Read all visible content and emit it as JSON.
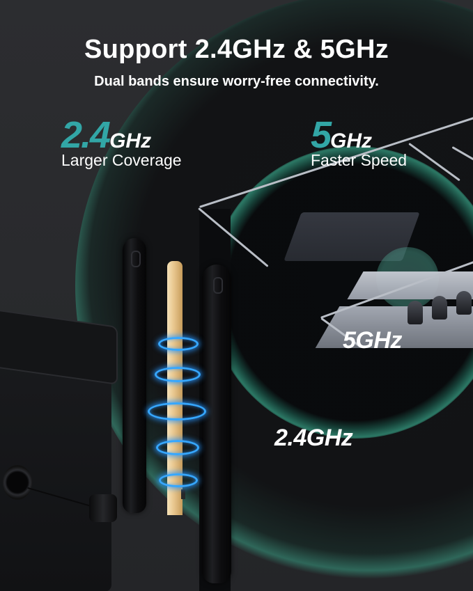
{
  "headline": {
    "title": "Support 2.4GHz & 5GHz",
    "subtitle": "Dual bands ensure worry-free connectivity."
  },
  "bands": [
    {
      "number": "2.4",
      "unit": "GHz",
      "caption": "Larger Coverage"
    },
    {
      "number": "5",
      "unit": "GHz",
      "caption": "Faster Speed"
    }
  ],
  "coverage_labels": {
    "inner": "5GHz",
    "outer": "2.4GHz"
  },
  "colors": {
    "background": "#2a2b2e",
    "accent_teal": "#32a6a6",
    "wave_green": "#2f7a68",
    "signal_ring_blue": "#36a7ff",
    "antenna_core_gold": "#e7c58c",
    "text": "#ffffff"
  },
  "illustration": {
    "antenna_parts": [
      "antenna-shell-left",
      "antenna-core",
      "antenna-shell-right"
    ],
    "signal_rings": 5,
    "scene": "isometric-room-with-router"
  }
}
